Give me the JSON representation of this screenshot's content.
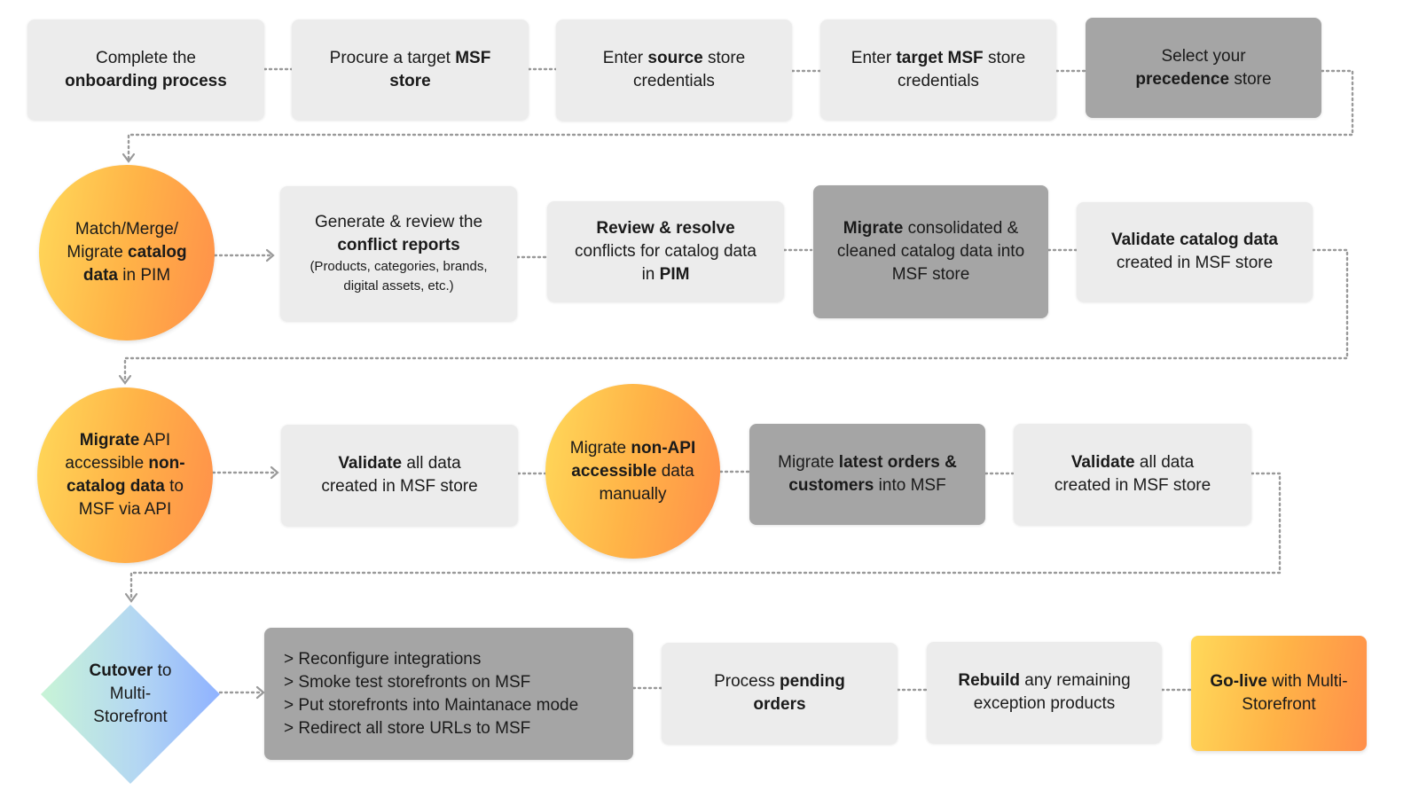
{
  "steps": {
    "s1": [
      "Complete the ",
      "onboarding process"
    ],
    "s2": [
      "Procure a target ",
      "MSF",
      " ",
      "store"
    ],
    "s3": [
      "Enter ",
      "source",
      " store credentials"
    ],
    "s4": [
      "Enter ",
      "target  MSF",
      " store credentials"
    ],
    "s5": [
      "Select your ",
      "precedence",
      " store"
    ],
    "s6": [
      "Match/Merge/ Migrate ",
      "catalog data",
      " in PIM"
    ],
    "s7": [
      "Generate & review the ",
      "conflict reports",
      "(Products, categories, brands, digital assets, etc.)"
    ],
    "s8": [
      "Review & resolve",
      " conflicts for catalog data in ",
      "PIM"
    ],
    "s9": [
      "Migrate",
      " consolidated & cleaned catalog data into MSF store"
    ],
    "s10": [
      "Validate catalog data",
      " created in MSF store"
    ],
    "s11": [
      "Migrate",
      " API accessible ",
      "non-catalog data",
      " to MSF via API"
    ],
    "s12": [
      "Validate",
      " all data created in MSF store"
    ],
    "s13": [
      "Migrate ",
      "non-API accessible",
      " data manually"
    ],
    "s14": [
      "Migrate ",
      "latest orders & customers",
      " into MSF"
    ],
    "s15": [
      "Validate",
      " all data created in MSF store"
    ],
    "s16": [
      "Cutover",
      " to Multi-Storefront"
    ],
    "s17": [
      "> Reconfigure integrations",
      "> Smoke test storefronts on MSF",
      "> Put storefronts into Maintanace mode",
      "> Redirect all store URLs to MSF"
    ],
    "s18": [
      "Process ",
      "pending orders"
    ],
    "s19": [
      "Rebuild",
      " any remaining exception products"
    ],
    "s20": [
      "Go-live",
      " with Multi-Storefront"
    ]
  },
  "colors": {
    "box": "#ececec",
    "box_dark": "#a5a5a5",
    "gradient_orange": [
      "#ffd95a",
      "#ff8f4a"
    ],
    "gradient_diamond": [
      "#c8f4d6",
      "#8fb2ff"
    ],
    "connector": "#9a9a9a"
  }
}
